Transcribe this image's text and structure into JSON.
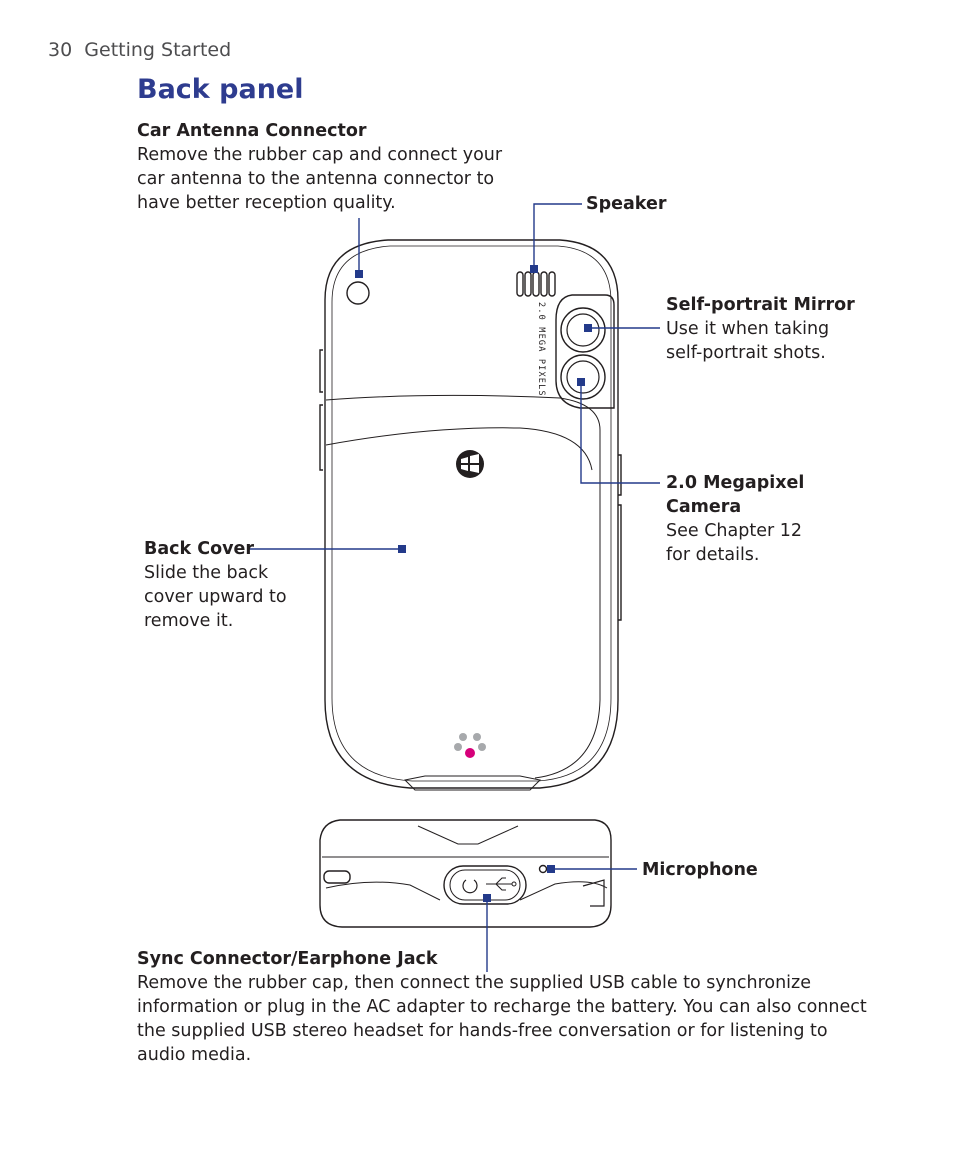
{
  "header": {
    "page_number": "30",
    "section": "Getting Started"
  },
  "title": "Back panel",
  "callouts": {
    "car_antenna": {
      "heading": "Car Antenna Connector",
      "lines": [
        "Remove the rubber cap and connect your",
        "car antenna to the antenna connector to",
        "have better reception quality."
      ]
    },
    "speaker": {
      "heading": "Speaker"
    },
    "mirror": {
      "heading": "Self-portrait Mirror",
      "lines": [
        "Use it when taking",
        "self-portrait shots."
      ]
    },
    "camera": {
      "heading_lines": [
        "2.0 Megapixel",
        "Camera"
      ],
      "lines": [
        "See Chapter 12",
        "for details."
      ]
    },
    "back_cover": {
      "heading": "Back Cover",
      "lines": [
        "Slide the back",
        "cover upward to",
        "remove it."
      ]
    },
    "microphone": {
      "heading": "Microphone"
    },
    "sync": {
      "heading": "Sync Connector/Earphone Jack",
      "lines": [
        "Remove the rubber cap, then connect the supplied USB cable to synchronize",
        "information or plug in the AC adapter to recharge the battery. You can also connect",
        "the supplied USB stereo headset for hands-free conversation or for listening to",
        "audio media."
      ]
    }
  },
  "device_print": {
    "camera_label": "2.0 MEGA PIXELS"
  },
  "colors": {
    "title": "#2e3c8f",
    "leader": "#233a8a",
    "brand_dot": "#d6007a"
  }
}
